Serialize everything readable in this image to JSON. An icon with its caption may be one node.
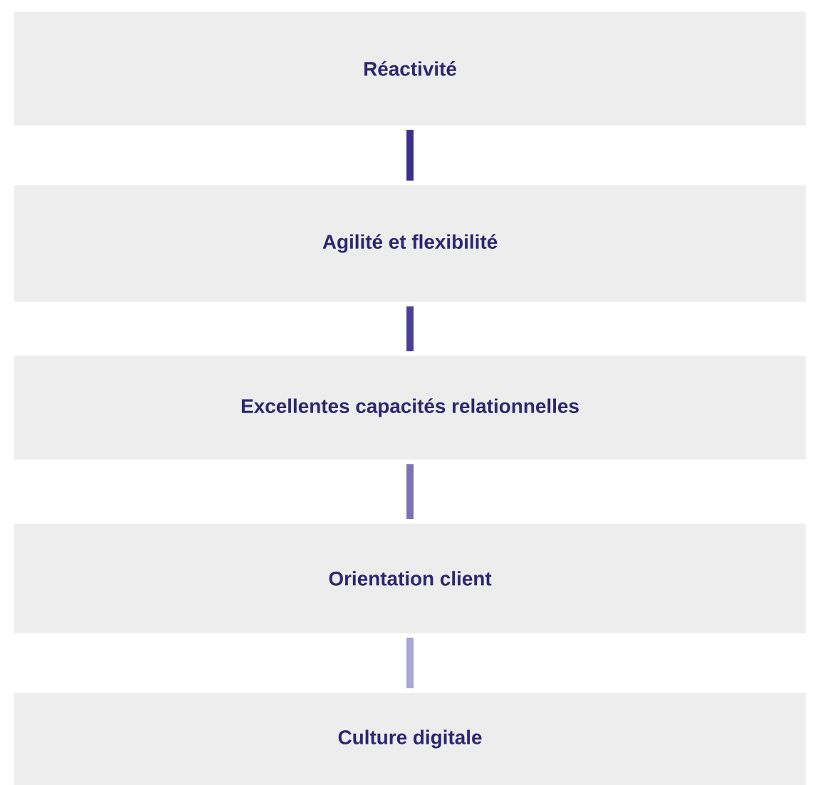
{
  "diagram": {
    "nodes": [
      {
        "text": [
          "Réactivité"
        ]
      },
      {
        "text": [
          "Agilité et flexibilité"
        ]
      },
      {
        "text": [
          "Excellentes capacités relationnelles"
        ]
      },
      {
        "text": [
          "Orientation client"
        ]
      },
      {
        "text": [
          "Culture digitale"
        ]
      }
    ],
    "edges": [
      {
        "from": 0,
        "to": 1,
        "arrow": "none",
        "color": "#3d2f8e"
      },
      {
        "from": 1,
        "to": 2,
        "arrow": "none",
        "color": "#4c3f98"
      },
      {
        "from": 2,
        "to": 3,
        "arrow": "none",
        "color": "#7d73b4"
      },
      {
        "from": 3,
        "to": 4,
        "arrow": "none",
        "color": "#aca6d3"
      }
    ]
  }
}
